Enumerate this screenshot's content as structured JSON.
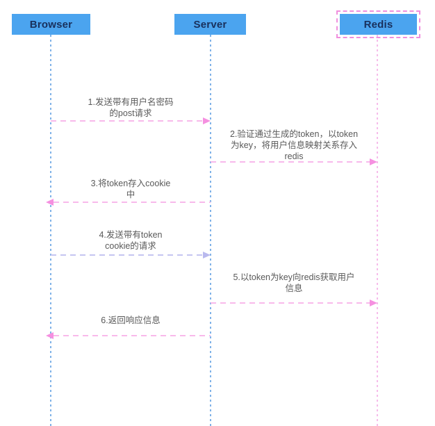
{
  "diagram": {
    "type": "sequence-diagram",
    "actors": [
      {
        "id": "browser",
        "label": "Browser",
        "selected": false
      },
      {
        "id": "server",
        "label": "Server",
        "selected": false
      },
      {
        "id": "redis",
        "label": "Redis",
        "selected": true
      }
    ],
    "messages": [
      {
        "from": "Browser",
        "to": "Server",
        "direction": "right",
        "style": "pink",
        "label": "1.发送带有用户名密码\n的post请求"
      },
      {
        "from": "Server",
        "to": "Redis",
        "direction": "right",
        "style": "pink",
        "label": "2.验证通过生成的token，以token\n为key，将用户信息映射关系存入\nredis"
      },
      {
        "from": "Server",
        "to": "Browser",
        "direction": "left",
        "style": "pink",
        "label": "3.将token存入cookie\n中"
      },
      {
        "from": "Browser",
        "to": "Server",
        "direction": "right",
        "style": "purple",
        "label": "4.发送带有token\ncookie的请求"
      },
      {
        "from": "Server",
        "to": "Redis",
        "direction": "right",
        "style": "pink",
        "label": "5.以token为key向redis获取用户\n信息"
      },
      {
        "from": "Server",
        "to": "Browser",
        "direction": "left",
        "style": "pink",
        "label": "6.返回响应信息"
      }
    ],
    "colors": {
      "actor_fill": "#4BA4EF",
      "actor_text": "#19305C",
      "lifeline_blue": "#7FB2E8",
      "lifeline_pink": "#F6BCEA",
      "arrow_pink": "#F8B9EB",
      "arrowhead_pink": "#F590E0",
      "arrow_purple": "#C5C5F1",
      "arrowhead_purple": "#B9B9EE",
      "label_text": "#595959",
      "selection_pink": "#F08FDE",
      "background": "#FFFFFF"
    }
  }
}
